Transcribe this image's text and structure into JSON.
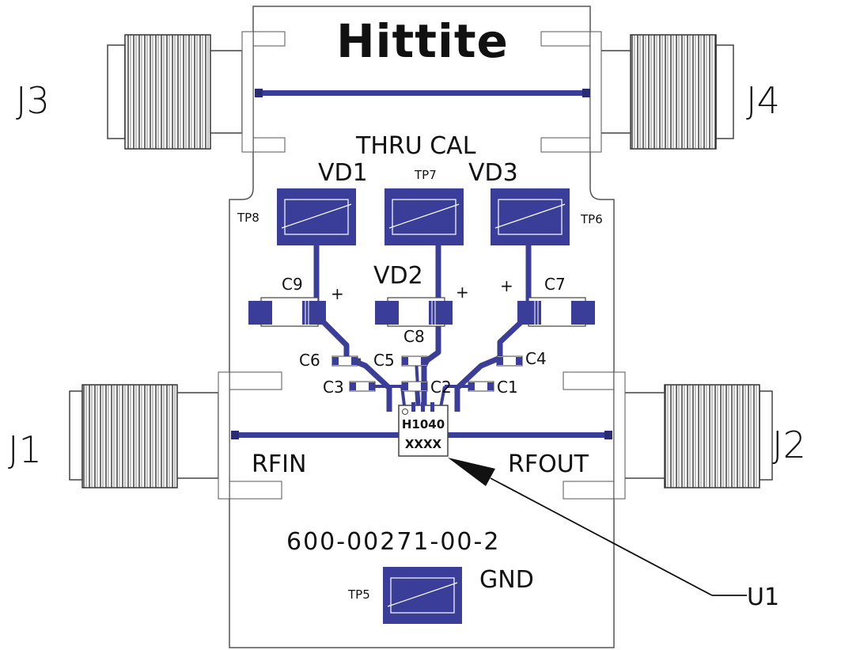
{
  "brand": {
    "logo_text": "Hittite"
  },
  "connectors": {
    "j1": "J1",
    "j2": "J2",
    "j3": "J3",
    "j4": "J4"
  },
  "test_points": {
    "tp5": "TP5",
    "tp6": "TP6",
    "tp7": "TP7",
    "tp8": "TP8"
  },
  "supply_labels": {
    "vd1": "VD1",
    "vd2": "VD2",
    "vd3": "VD3",
    "gnd": "GND"
  },
  "thru_cal": "THRU CAL",
  "capacitors": {
    "c1": "C1",
    "c2": "C2",
    "c3": "C3",
    "c4": "C4",
    "c5": "C5",
    "c6": "C6",
    "c7": "C7",
    "c8": "C8",
    "c9": "C9"
  },
  "polarity": {
    "c9_plus": "+",
    "c8_plus": "+",
    "c7_plus": "+"
  },
  "rf": {
    "input": "RFIN",
    "output": "RFOUT"
  },
  "chip": {
    "line1": "H1040",
    "line2": "XXXX"
  },
  "part_number": "600-00271-00-2",
  "callout": "U1",
  "colors": {
    "copper": "#3b3e99",
    "copper_dark": "#2a2c73",
    "outline": "#555555"
  }
}
